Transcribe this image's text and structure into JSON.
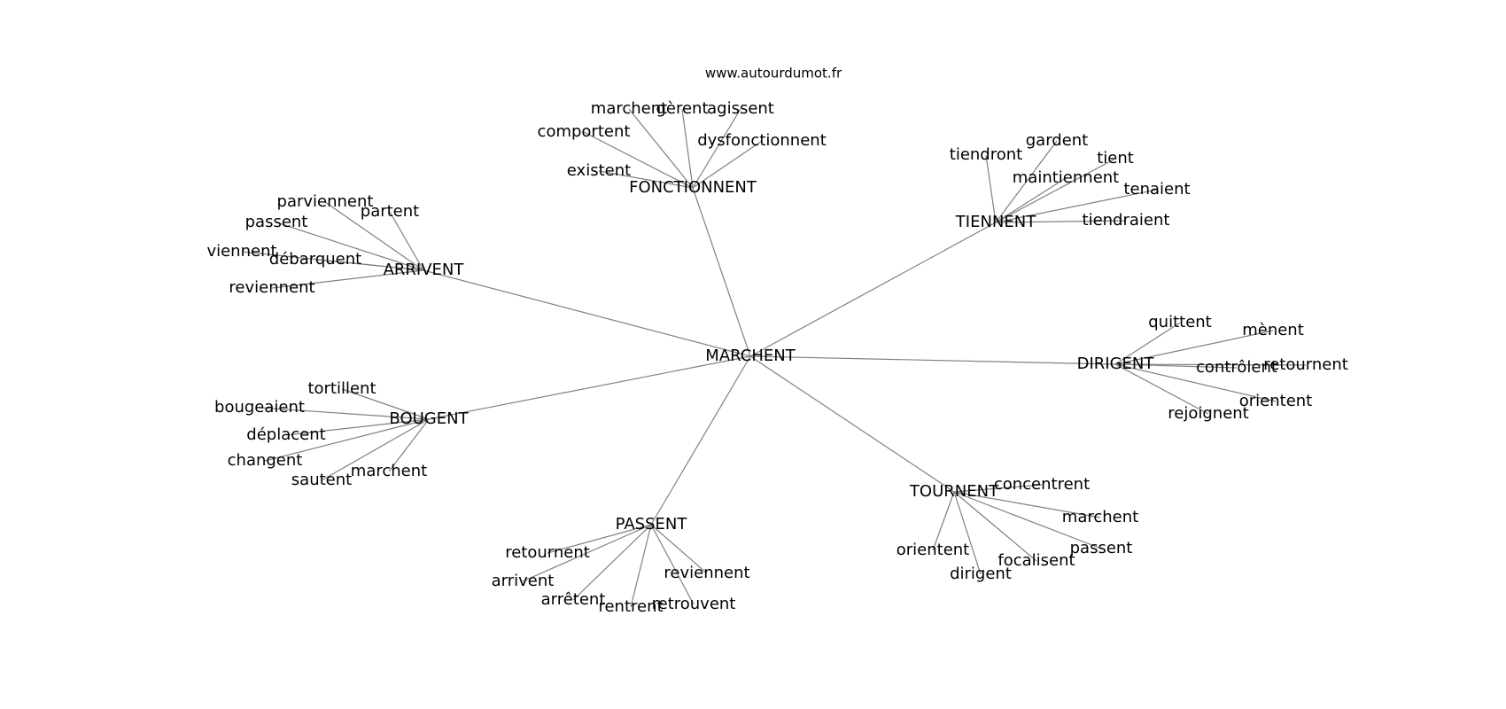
{
  "source": "www.autourdumot.fr",
  "graph": {
    "center": "MARCHENT",
    "edge_color": "#808080",
    "text_color": "#000000",
    "clusters": [
      {
        "label": "FONCTIONNENT",
        "words": [
          "marchent",
          "gèrent",
          "agissent",
          "comportent",
          "dysfonctionnent",
          "existent"
        ]
      },
      {
        "label": "TIENNENT",
        "words": [
          "tiendront",
          "gardent",
          "tient",
          "maintiennent",
          "tenaient",
          "tiendraient"
        ]
      },
      {
        "label": "ARRIVENT",
        "words": [
          "parviennent",
          "partent",
          "passent",
          "viennent",
          "débarquent",
          "reviennent"
        ]
      },
      {
        "label": "DIRIGENT",
        "words": [
          "quittent",
          "mènent",
          "contrôlent",
          "retournent",
          "orientent",
          "rejoignent"
        ]
      },
      {
        "label": "BOUGENT",
        "words": [
          "tortillent",
          "bougeaient",
          "déplacent",
          "changent",
          "sautent",
          "marchent"
        ]
      },
      {
        "label": "TOURNENT",
        "words": [
          "concentrent",
          "marchent",
          "passent",
          "focalisent",
          "orientent",
          "dirigent"
        ]
      },
      {
        "label": "PASSENT",
        "words": [
          "retournent",
          "arrivent",
          "arrêtent",
          "rentrent",
          "retrouvent",
          "reviennent"
        ]
      }
    ]
  }
}
